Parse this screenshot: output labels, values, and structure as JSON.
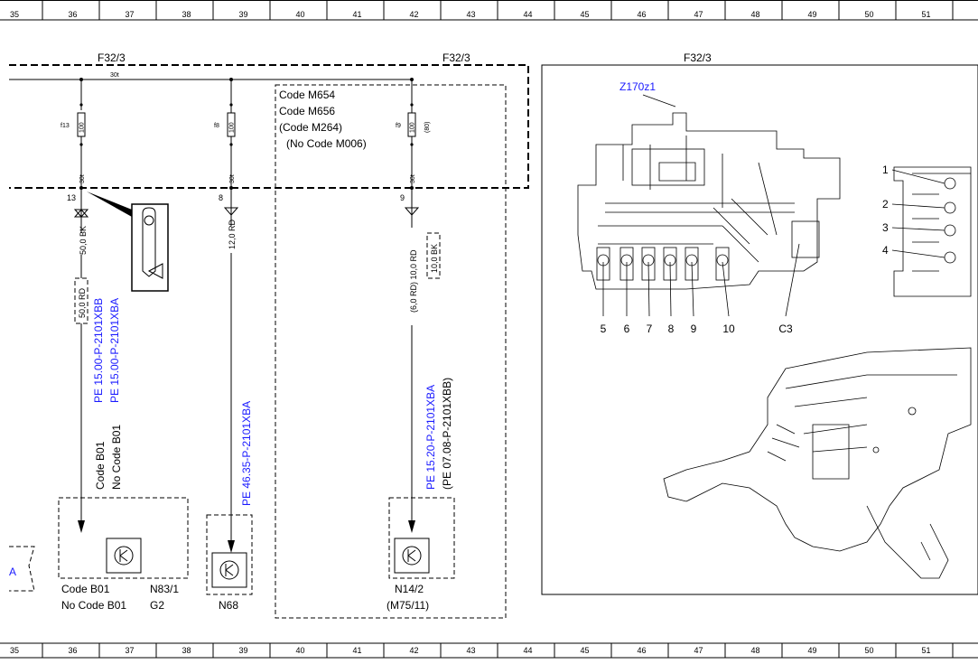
{
  "ruler_top": [
    "35",
    "36",
    "37",
    "38",
    "39",
    "40",
    "41",
    "42",
    "43",
    "44",
    "45",
    "46",
    "47",
    "48",
    "49",
    "50",
    "51"
  ],
  "ruler_bottom": [
    "35",
    "36",
    "37",
    "38",
    "39",
    "40",
    "41",
    "42",
    "43",
    "44",
    "45",
    "46",
    "47",
    "48",
    "49",
    "50",
    "51"
  ],
  "frame": {
    "title_left": "F32/3",
    "title_center": "F32/3",
    "title_right": "F32/3",
    "rail_label": "30t"
  },
  "code_box": {
    "line1": "Code M654",
    "line2": "Code M656",
    "line3": "(Code M264)",
    "line4": "(No Code M006)"
  },
  "fuses": [
    {
      "name": "f13",
      "rating": "100",
      "pin": "30t",
      "terminal": "13",
      "wire": "50,0 BK",
      "alt_wire": "50,0 RD"
    },
    {
      "name": "f8",
      "rating": "100",
      "pin": "30t",
      "terminal": "8",
      "wire": "12,0 RD"
    },
    {
      "name": "f9",
      "rating": "100",
      "extra": "(80)",
      "pin": "30t",
      "terminal": "9",
      "wire": "(6,0 RD) 10,0 RD",
      "alt_wire": "10,0 BK"
    }
  ],
  "refs": {
    "col1_a": "PE 15.00-P-2101XBB",
    "col1_b": "PE 15.00-P-2101XBA",
    "col1_code": "Code B01",
    "col1_nocode": "No Code B01",
    "col2": "PE 46.35-P-2101XBA",
    "col3_a": "PE 15.20-P-2101XBA",
    "col3_b": "(PE 07.08-P-2101XBB)"
  },
  "components": {
    "n83": {
      "line1_left": "Code B01",
      "line1_right": "N83/1",
      "line2_left": "No  Code B01",
      "line2_right": "G2"
    },
    "n68": {
      "label": "N68"
    },
    "n14": {
      "label": "N14/2",
      "sub": "(M75/11)"
    },
    "left_edge": "A"
  },
  "photo": {
    "connector": "Z170z1",
    "pins_bottom": [
      "5",
      "6",
      "7",
      "8",
      "9",
      "10",
      "C3"
    ],
    "pins_side": [
      "1",
      "2",
      "3",
      "4"
    ]
  }
}
